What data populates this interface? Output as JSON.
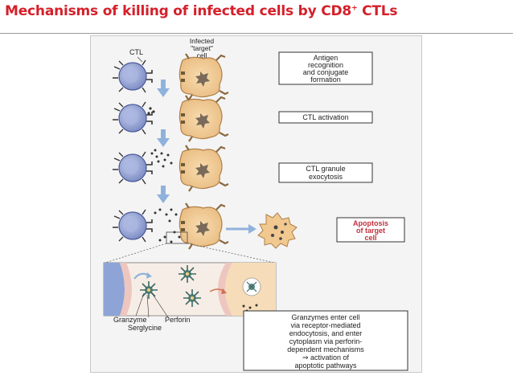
{
  "header": {
    "title_main": "Mechanisms of killing of infected cells by CD8",
    "title_sup": "+",
    "title_tail": " CTLs"
  },
  "diagram": {
    "labels": {
      "ctl": "CTL",
      "infected_l1": "Infected",
      "infected_l2": "\"target\"",
      "infected_l3": "cell"
    },
    "steps": [
      {
        "lines": [
          "Antigen",
          "recognition",
          "and conjugate",
          "formation"
        ]
      },
      {
        "lines": [
          "CTL activation"
        ]
      },
      {
        "lines": [
          "CTL granule",
          "exocytosis"
        ]
      },
      {
        "lines": [
          "Apoptosis",
          "of target",
          "cell"
        ]
      }
    ],
    "inset": {
      "granzyme": "Granzyme",
      "perforin": "Perforin",
      "serglycine": "Serglycine",
      "note_lines": [
        "Granzymes enter cell",
        "via receptor-mediated",
        "endocytosis, and enter",
        "cytoplasm via perforin-",
        "dependent mechanisms",
        "⇒ activation of",
        "apoptotic pathways"
      ]
    },
    "colors": {
      "ctl": "#8a9ad0",
      "target": "#f0c890",
      "arrow": "#8fb2dc",
      "apoptosis_text": "#c0303c",
      "inset_blue": "#8ea4d6",
      "inset_pink": "#eec6c0"
    }
  }
}
